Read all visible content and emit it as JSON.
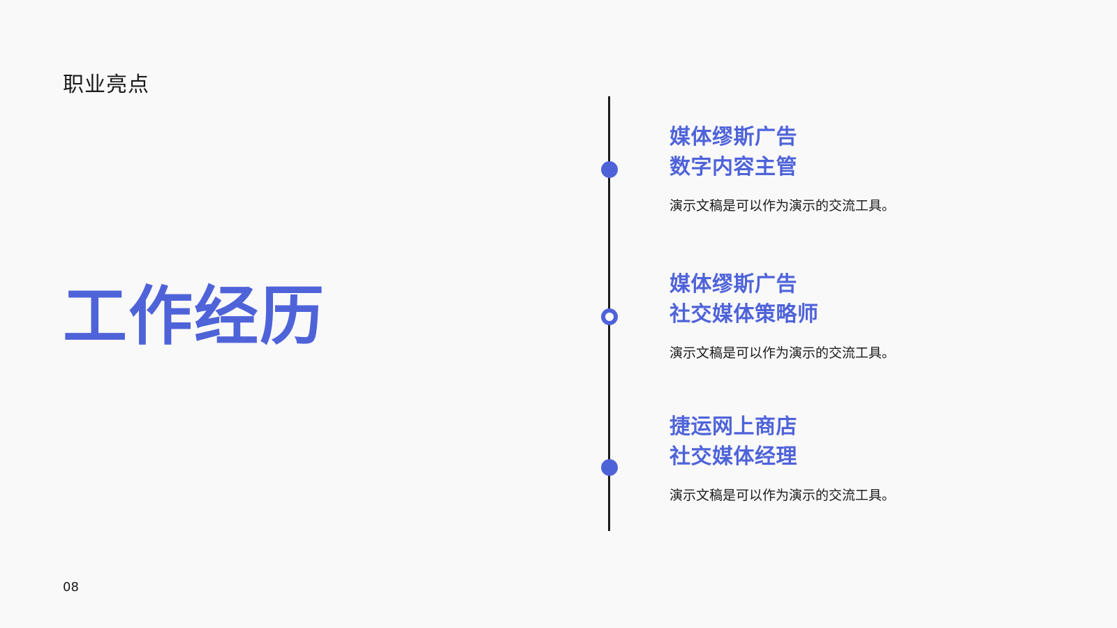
{
  "slide": {
    "subtitle": "职业亮点",
    "title": "工作经历",
    "page_number": "08"
  },
  "colors": {
    "accent": "#4f63d9",
    "text": "#1a1a1a",
    "background": "#f9f9fa"
  },
  "timeline": {
    "entries": [
      {
        "company": "媒体缪斯广告",
        "role": "数字内容主管",
        "description": "演示文稿是可以作为演示的交流工具。",
        "marker": "filled-dot-icon"
      },
      {
        "company": "媒体缪斯广告",
        "role": "社交媒体策略师",
        "description": "演示文稿是可以作为演示的交流工具。",
        "marker": "hollow-ring-icon"
      },
      {
        "company": "捷运网上商店",
        "role": "社交媒体经理",
        "description": "演示文稿是可以作为演示的交流工具。",
        "marker": "filled-dot-icon"
      }
    ]
  }
}
